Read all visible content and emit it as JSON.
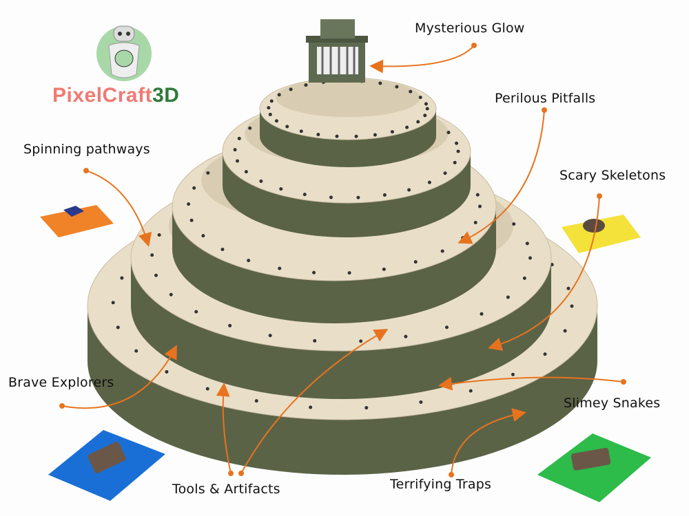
{
  "logo": {
    "name_part1": "PixelCraft",
    "name_part2": "3D"
  },
  "labels": {
    "mysterious_glow": "Mysterious Glow",
    "perilous_pitfalls": "Perilous Pitfalls",
    "spinning_pathways": "Spinning pathways",
    "scary_skeletons": "Scary Skeletons",
    "brave_explorers": "Brave Explorers",
    "slimey_snakes": "Slimey Snakes",
    "tools_artifacts": "Tools & Artifacts",
    "terrifying_traps": "Terrifying Traps"
  },
  "colors": {
    "arrow": "#e8731e",
    "wall": "#5b6347",
    "tile": "#e9dfc8",
    "logo_pink": "#f07a74",
    "logo_green": "#2f7a3a"
  }
}
